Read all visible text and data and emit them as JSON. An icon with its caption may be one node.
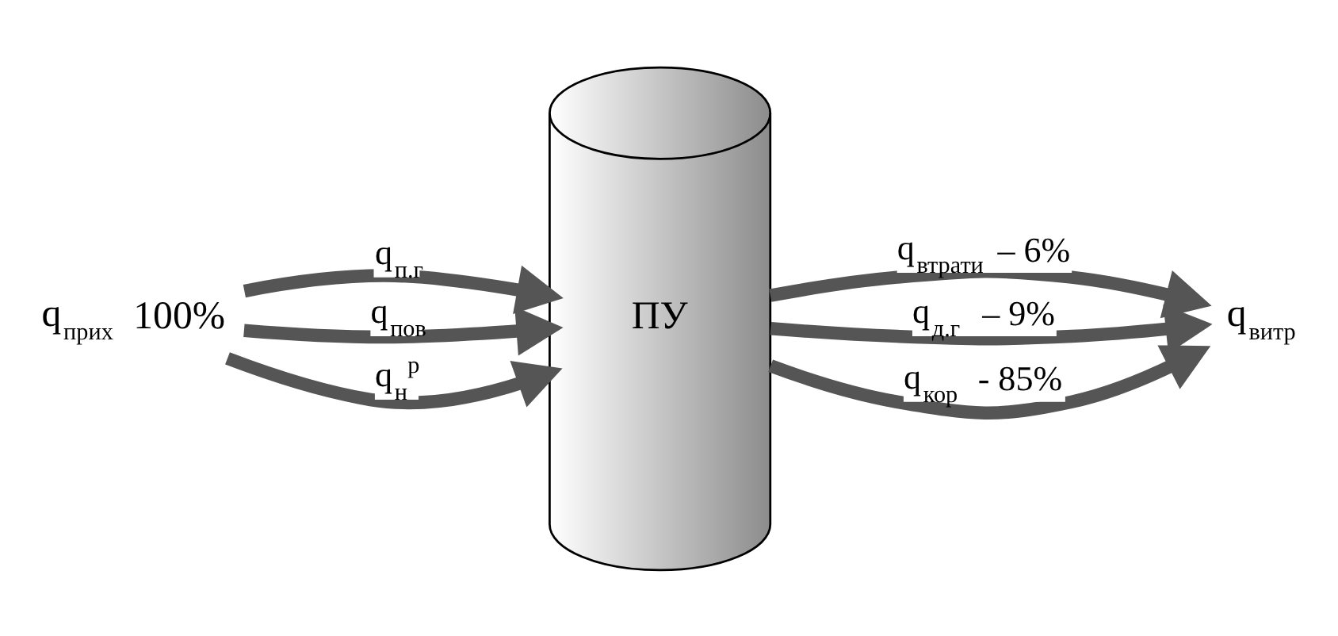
{
  "diagram": {
    "nodes": [
      {
        "text": [
          "q$_{прих}$ 100%"
        ]
      },
      {
        "text": [
          "ПУ"
        ]
      },
      {
        "text": [
          "q$_{витр}$"
        ]
      }
    ],
    "edges": [
      {
        "from": 0,
        "to": 1,
        "arrow": "to",
        "label": "q$_{п.г}$"
      },
      {
        "from": 0,
        "to": 1,
        "arrow": "to",
        "label": "q$_{пов}$"
      },
      {
        "from": 0,
        "to": 1,
        "arrow": "to",
        "label": "q$_{н}$$^{р}$"
      },
      {
        "from": 1,
        "to": 2,
        "arrow": "to",
        "label": "q$_{втрати}$ – 6%"
      },
      {
        "from": 1,
        "to": 2,
        "arrow": "to",
        "label": "q$_{д.г}$ – 9%"
      },
      {
        "from": 1,
        "to": 2,
        "arrow": "to",
        "label": "q$_{кор}$ - 85%"
      }
    ]
  }
}
